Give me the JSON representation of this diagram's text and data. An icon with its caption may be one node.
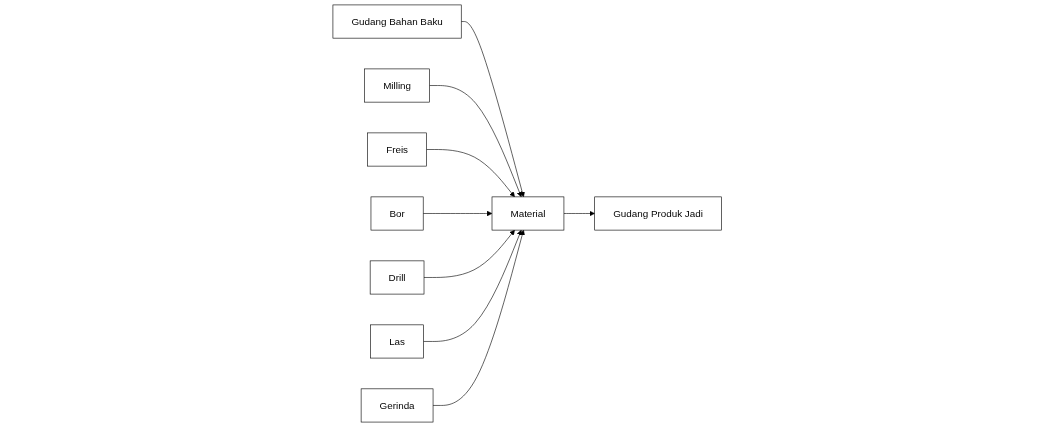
{
  "diagram": {
    "nodes": [
      {
        "text": [
          "Gudang Bahan Baku"
        ]
      },
      {
        "text": [
          "Milling"
        ]
      },
      {
        "text": [
          "Freis"
        ]
      },
      {
        "text": [
          "Bor"
        ]
      },
      {
        "text": [
          "Gudang Produk Jadi"
        ]
      },
      {
        "text": [
          "Material"
        ]
      },
      {
        "text": [
          "Drill"
        ]
      },
      {
        "text": [
          "Las"
        ]
      },
      {
        "text": [
          "Gerinda"
        ]
      }
    ],
    "edges": [
      {
        "from": 0,
        "to": 5,
        "arrow": "to"
      },
      {
        "from": 1,
        "to": 5,
        "arrow": "to"
      },
      {
        "from": 2,
        "to": 5,
        "arrow": "to"
      },
      {
        "from": 3,
        "to": 5,
        "arrow": "to"
      },
      {
        "from": 6,
        "to": 5,
        "arrow": "to"
      },
      {
        "from": 7,
        "to": 5,
        "arrow": "to"
      },
      {
        "from": 8,
        "to": 5,
        "arrow": "to"
      },
      {
        "from": 5,
        "to": 4,
        "arrow": "to"
      }
    ]
  }
}
